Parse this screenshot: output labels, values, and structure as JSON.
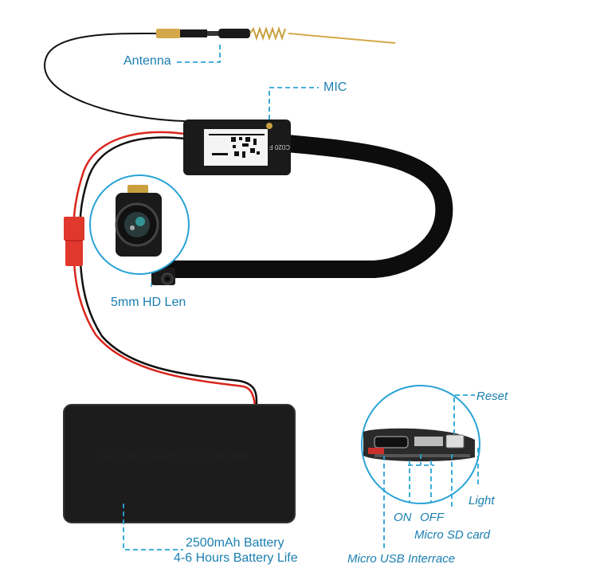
{
  "labels": {
    "antenna": "Antenna",
    "mic": "MIC",
    "lens": "5mm HD Len",
    "battery": "2500mAh Battery",
    "battery_life": "4-6 Hours Battery Life",
    "reset": "Reset",
    "light": "Light",
    "on": "ON",
    "off": "OFF",
    "micro_sd": "Micro SD card",
    "micro_usb": "Micro USB Interrace"
  },
  "battery_print": "E321827  cⓇus  125oC  VW-1  (Φ3",
  "colors": {
    "label_blue": "#1a7fb0",
    "callout_circle": "#29a3d6",
    "wire_red": "#d9251c",
    "wire_black": "#111111",
    "ribbon": "#0d0d0d",
    "connector_red": "#e0382c",
    "antenna_gold": "#d4a84a"
  }
}
